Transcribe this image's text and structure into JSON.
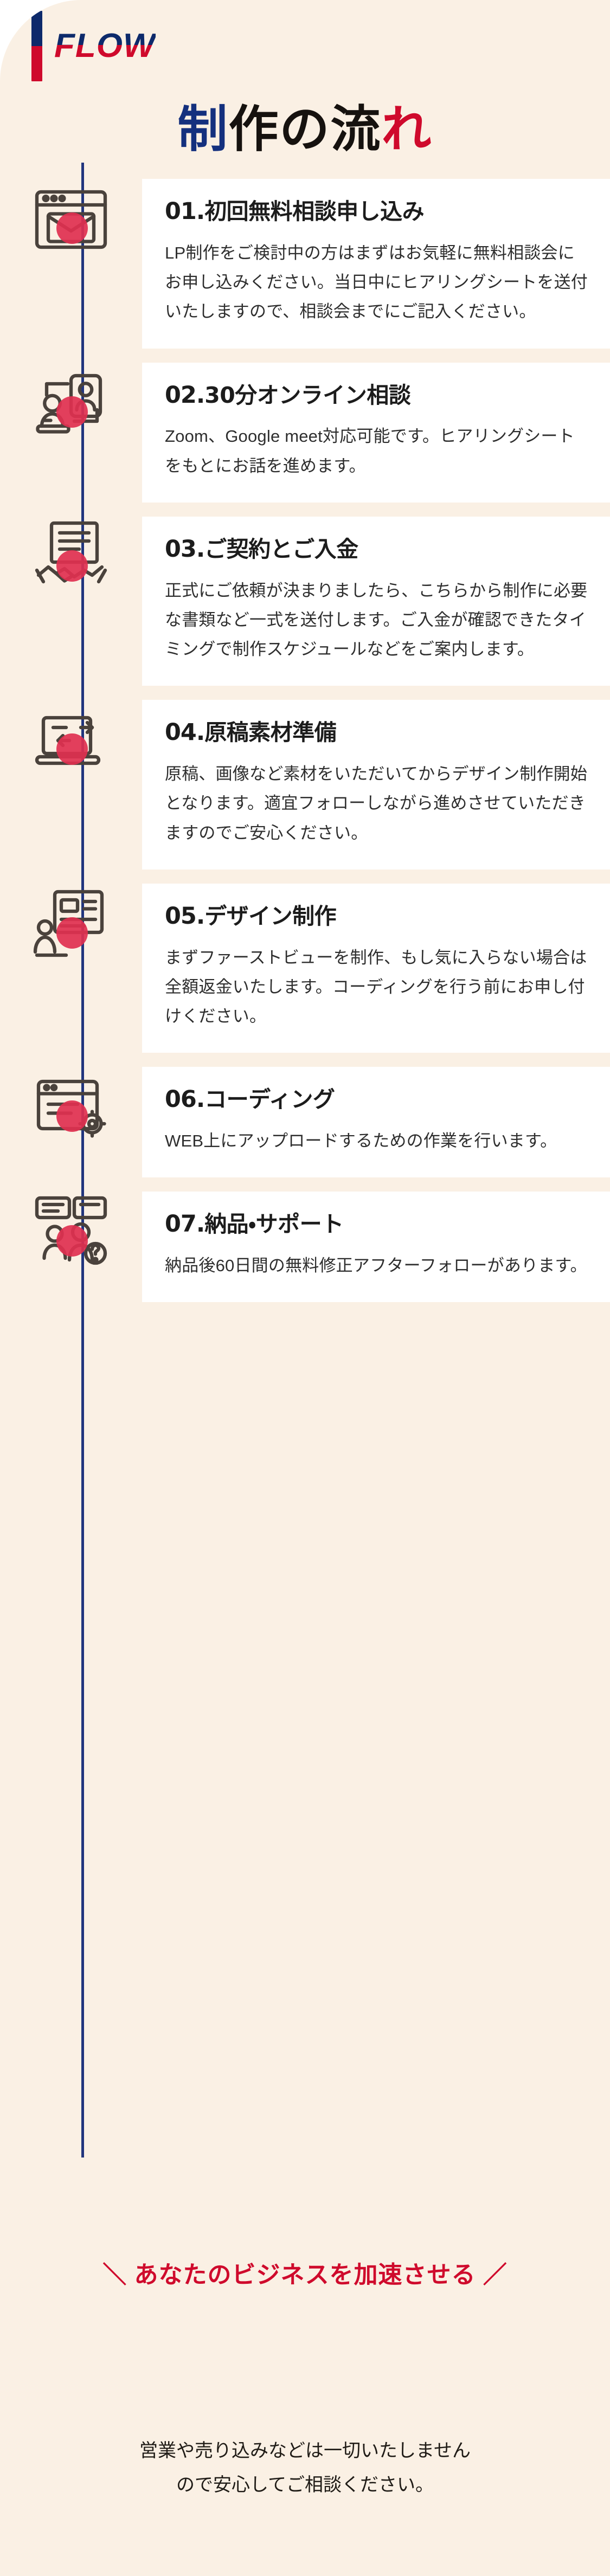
{
  "section": {
    "eyebrow_label": "FLOW",
    "title_parts": [
      {
        "text": "制",
        "color": "#14307e"
      },
      {
        "text": "作の流",
        "color": "#16120f"
      },
      {
        "text": "れ",
        "color": "#cf0a2c"
      }
    ],
    "title_plain": "制作の流れ"
  },
  "colors": {
    "background": "#faf0e4",
    "card": "#ffffff",
    "navy": "#0d2a6b",
    "crimson": "#cf0a2c",
    "timeline": "#21357e",
    "icon_stroke": "#4a423c",
    "icon_dot": "#e03050",
    "text": "#2b2b2b"
  },
  "steps": [
    {
      "number": "01.",
      "title": "初回無料相談申し込み",
      "body": "LP制作をご検討中の方はまずはお気軽に無料相談会にお申し込みください。当日中にヒアリングシートを送付いたしますので、相談会までにご記入ください。",
      "icon": "browser-mail-icon"
    },
    {
      "number": "02.",
      "title": "30分オンライン相談",
      "body": "Zoom、Google meet対応可能です。ヒアリングシートをもとにお話を進めます。",
      "icon": "video-call-icon"
    },
    {
      "number": "03.",
      "title": "ご契約とご入金",
      "body": "正式にご依頼が決まりましたら、こちらから制作に必要な書類など一式を送付します。ご入金が確認できたタイミングで制作スケジュールなどをご案内します。",
      "icon": "handshake-contract-icon"
    },
    {
      "number": "04.",
      "title": "原稿素材準備",
      "body": "原稿、画像など素材をいただいてからデザイン制作開始となります。適宜フォローしながら進めさせていただきますのでご安心ください。",
      "icon": "laptop-upload-icon"
    },
    {
      "number": "05.",
      "title": "デザイン制作",
      "body": "まずファーストビューを制作、もし気に入らない場合は全額返金いたします。コーディングを行う前にお申し付けください。",
      "icon": "designer-desk-icon"
    },
    {
      "number": "06.",
      "title": "コーディング",
      "body": "WEB上にアップロードするための作業を行います。",
      "icon": "browser-gear-icon"
    },
    {
      "number": "07.",
      "title": "納品・サポート",
      "body": "納品後60日間の無料修正アフターフォローがあります。",
      "icon": "support-chat-icon"
    }
  ],
  "cta": {
    "lead_text": "＼ あなたのビジネスを加速させる ／"
  },
  "footer": {
    "line1": "営業や売り込みなどは一切いたしません",
    "line2": "ので安心してご相談ください。"
  }
}
